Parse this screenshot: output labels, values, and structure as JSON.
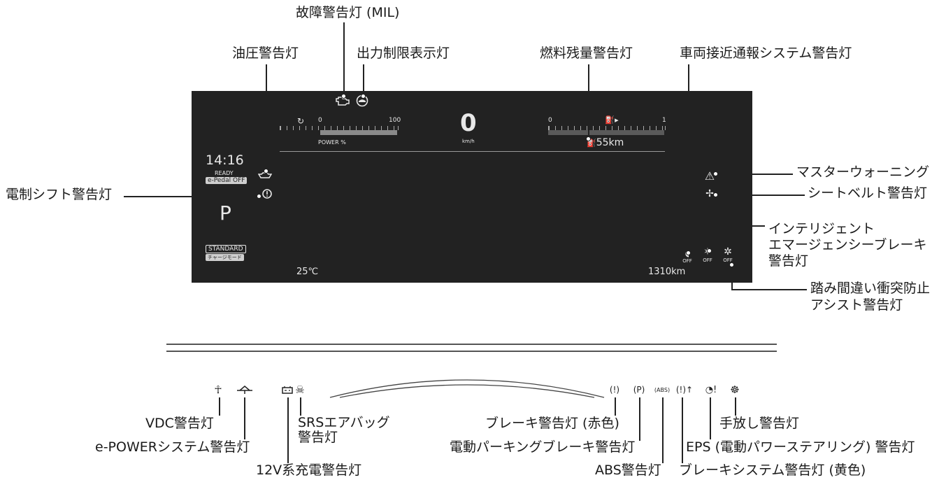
{
  "dashboard": {
    "time": "14:16",
    "status": "READY",
    "epedal": "e-Pedal OFF",
    "gear": "P",
    "mode": "STANDARD",
    "charge_mode": "チャージモード",
    "power_min": "0",
    "power_max": "100",
    "power_label": "POWER %",
    "speed": "0",
    "speed_unit": "km/h",
    "fuel_min": "0",
    "fuel_max": "1",
    "range": "55km",
    "temp": "25℃",
    "odometer": "1310km"
  },
  "labels": {
    "mil": "故障警告灯 (MIL)",
    "oil": "油圧警告灯",
    "output": "出力制限表示灯",
    "fuel": "燃料残量警告灯",
    "vsp": "車両接近通報システム警告灯",
    "shift": "電制シフト警告灯",
    "master": "マスターウォーニング",
    "seatbelt": "シートベルト警告灯",
    "ieb_1": "インテリジェント",
    "ieb_2": "エマージェンシーブレーキ",
    "ieb_3": "警告灯",
    "pedal_1": "踏み間違い衝突防止",
    "pedal_2": "アシスト警告灯",
    "vdc": "VDC警告灯",
    "epower": "e-POWERシステム警告灯",
    "v12": "12V系充電警告灯",
    "srs_1": "SRSエアバッグ",
    "srs_2": "警告灯",
    "brake_red": "ブレーキ警告灯 (赤色)",
    "epkb": "電動パーキングブレーキ警告灯",
    "abs": "ABS警告灯",
    "brake_sys": "ブレーキシステム警告灯 (黄色)",
    "eps": "EPS (電動パワーステアリング) 警告灯",
    "handsoff": "手放し警告灯"
  },
  "icons": {
    "abs_glyph": "(ABS)",
    "brake_glyph": "(!)",
    "parking_glyph": "(P)",
    "off": "OFF"
  }
}
